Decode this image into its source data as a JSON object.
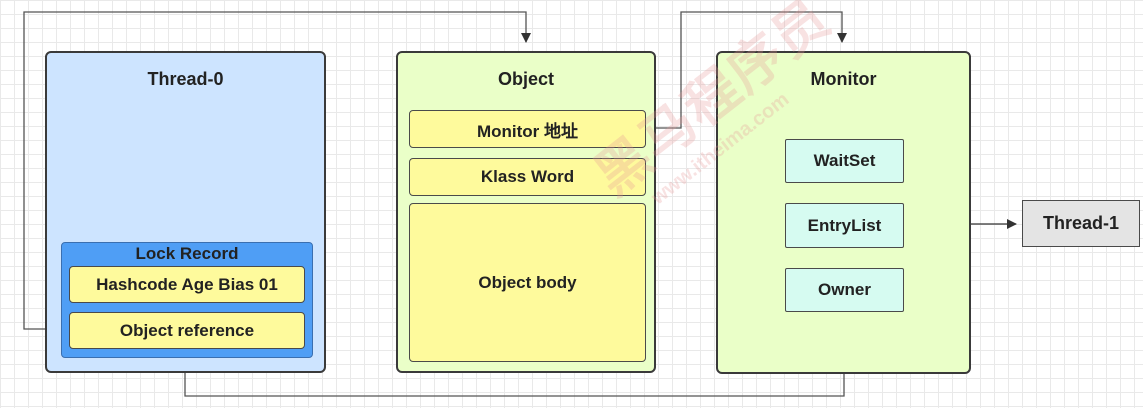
{
  "thread0": {
    "title": "Thread-0",
    "lock_record": {
      "title": "Lock Record",
      "hashcode": "Hashcode Age Bias 01",
      "object_reference": "Object reference"
    }
  },
  "object": {
    "title": "Object",
    "monitor_address": "Monitor 地址",
    "klass_word": "Klass Word",
    "body": "Object body"
  },
  "monitor": {
    "title": "Monitor",
    "waitset": "WaitSet",
    "entrylist": "EntryList",
    "owner": "Owner"
  },
  "thread1": {
    "label": "Thread-1"
  },
  "watermark": {
    "main": "黑马程序员",
    "url": "www.itheima.com"
  }
}
